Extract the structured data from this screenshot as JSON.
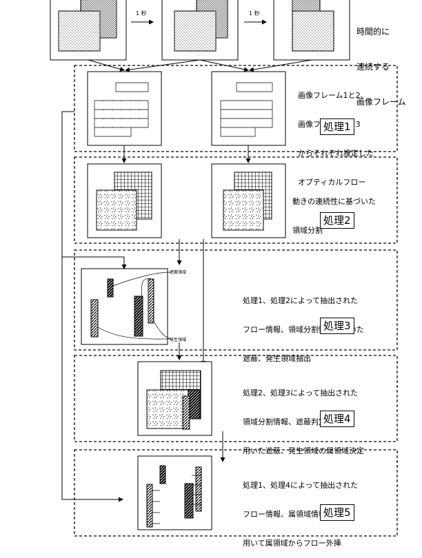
{
  "top": {
    "desc_lines": [
      "時間的に",
      "連続する",
      "画像フレーム"
    ],
    "interval_label": "1 秒"
  },
  "sections": [
    {
      "lines": [
        "画像フレーム1と2、",
        "画像フレーム2と3",
        "からそれぞれ推定した",
        "オプティカルフロー"
      ],
      "step": "処理1"
    },
    {
      "lines": [
        "動きの連続性に基づいた",
        "領域分割"
      ],
      "step": "処理2"
    },
    {
      "lines": [
        "処理1、処理2によって抽出された",
        "フロー情報、領域分割情報を用いた",
        "遮蔽、発生領域抽出"
      ],
      "step": "処理3",
      "callouts": {
        "occlusion": "遮蔽領域",
        "emergence": "発生領域"
      }
    },
    {
      "lines": [
        "処理2、処理3によって抽出された",
        "領域分割情報、遮蔽判定情報を",
        "用いた遮蔽、発生領域の属領域決定"
      ],
      "step": "処理4"
    },
    {
      "lines": [
        "処理1、処理4によって抽出された",
        "フロー情報、属領域情報を",
        "用いて属領域からフロー外挿"
      ],
      "step": "処理5"
    }
  ]
}
